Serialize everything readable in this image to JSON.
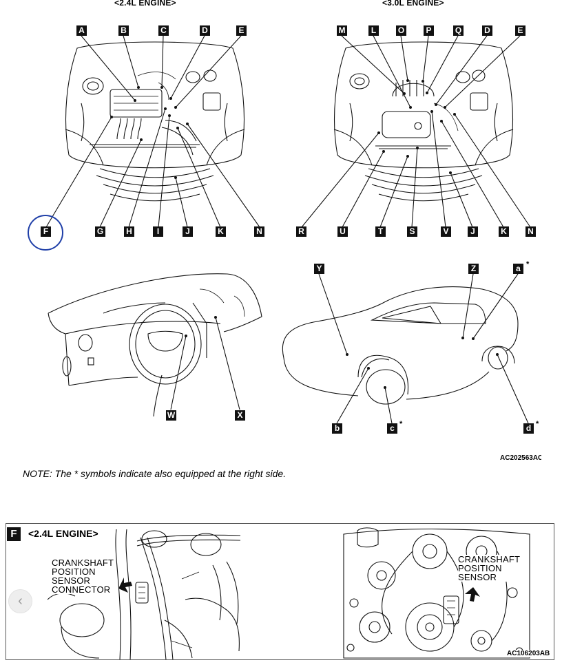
{
  "headers": {
    "engine_24": "<2.4L ENGINE>",
    "engine_30": "<3.0L ENGINE>"
  },
  "labels_24": [
    "A",
    "B",
    "C",
    "D",
    "E",
    "F",
    "G",
    "H",
    "I",
    "J",
    "K",
    "N"
  ],
  "labels_30": [
    "M",
    "L",
    "O",
    "P",
    "Q",
    "D",
    "E",
    "R",
    "U",
    "T",
    "S",
    "V",
    "J",
    "K",
    "N"
  ],
  "labels_interior": [
    "W",
    "X"
  ],
  "labels_car": [
    "Y",
    "Z",
    "a",
    "b",
    "c",
    "d"
  ],
  "asterisk": "*",
  "figure_code_top": "AC202563AC",
  "note": "NOTE: The * symbols indicate also equipped at the right side.",
  "detail": {
    "letter": "F",
    "title": "<2.4L ENGINE>",
    "connector_label": "CRANKSHAFT\nPOSITION\nSENSOR\nCONNECTOR",
    "sensor_label": "CRANKSHAFT\nPOSITION\nSENSOR",
    "figure_code": "AC106203AB"
  },
  "nav": {
    "prev_glyph": "‹"
  },
  "colors": {
    "highlight_circle": "#1f3fa8",
    "label_fill": "#111111"
  }
}
